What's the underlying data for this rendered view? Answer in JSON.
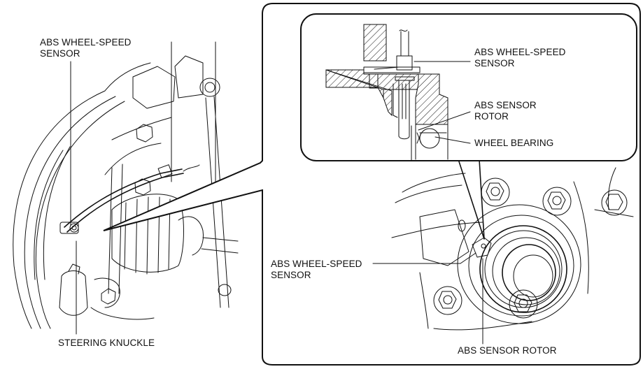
{
  "figure": {
    "type": "service-manual-illustration",
    "subject": "ABS wheel-speed sensor installation on front steering knuckle"
  },
  "labels": {
    "left_sensor": [
      "ABS WHEEL-SPEED",
      "SENSOR"
    ],
    "left_knuckle": "STEERING KNUCKLE",
    "detail_sensor": [
      "ABS WHEEL-SPEED",
      "SENSOR"
    ],
    "detail_rotor": [
      "ABS SENSOR",
      "ROTOR"
    ],
    "detail_bearing": "WHEEL BEARING",
    "hub_sensor": [
      "ABS WHEEL-SPEED",
      "SENSOR"
    ],
    "hub_rotor": "ABS SENSOR ROTOR"
  },
  "colors": {
    "line": "#111111",
    "background": "#ffffff"
  }
}
